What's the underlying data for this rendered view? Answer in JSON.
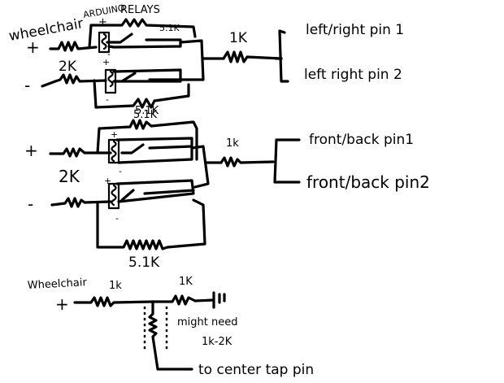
{
  "diagram": {
    "title": "Wheelchair joystick relay interface (hand-drawn schematic)",
    "section_lr": {
      "input_label": "wheelchair",
      "controller_label": "ARDUINO",
      "relays_label": "RELAYS",
      "plus": "+",
      "minus": "-",
      "input_resistor": "2K",
      "feedback_top": "5.1K",
      "feedback_bottom": "5.1K",
      "output_resistor": "1K",
      "outputs": [
        "left/right pin 1",
        "left right pin 2"
      ],
      "relay_coil_plus": "+",
      "relay_coil_minus": "-"
    },
    "section_fb": {
      "plus": "+",
      "minus": "-",
      "input_resistor": "2K",
      "feedback_top": "5.1K",
      "feedback_bottom": "5.1K",
      "output_resistor": "1k",
      "outputs": [
        "front/back pin1",
        "front/back pin2"
      ],
      "relay_coil_plus": "+",
      "relay_coil_minus": "-"
    },
    "section_tap": {
      "input_label": "Wheelchair",
      "plus": "+",
      "resistor_in": "1k",
      "resistor_ground": "1K",
      "note_line1": "might need",
      "note_line2": "1k-2K",
      "output": "to center tap pin"
    }
  }
}
